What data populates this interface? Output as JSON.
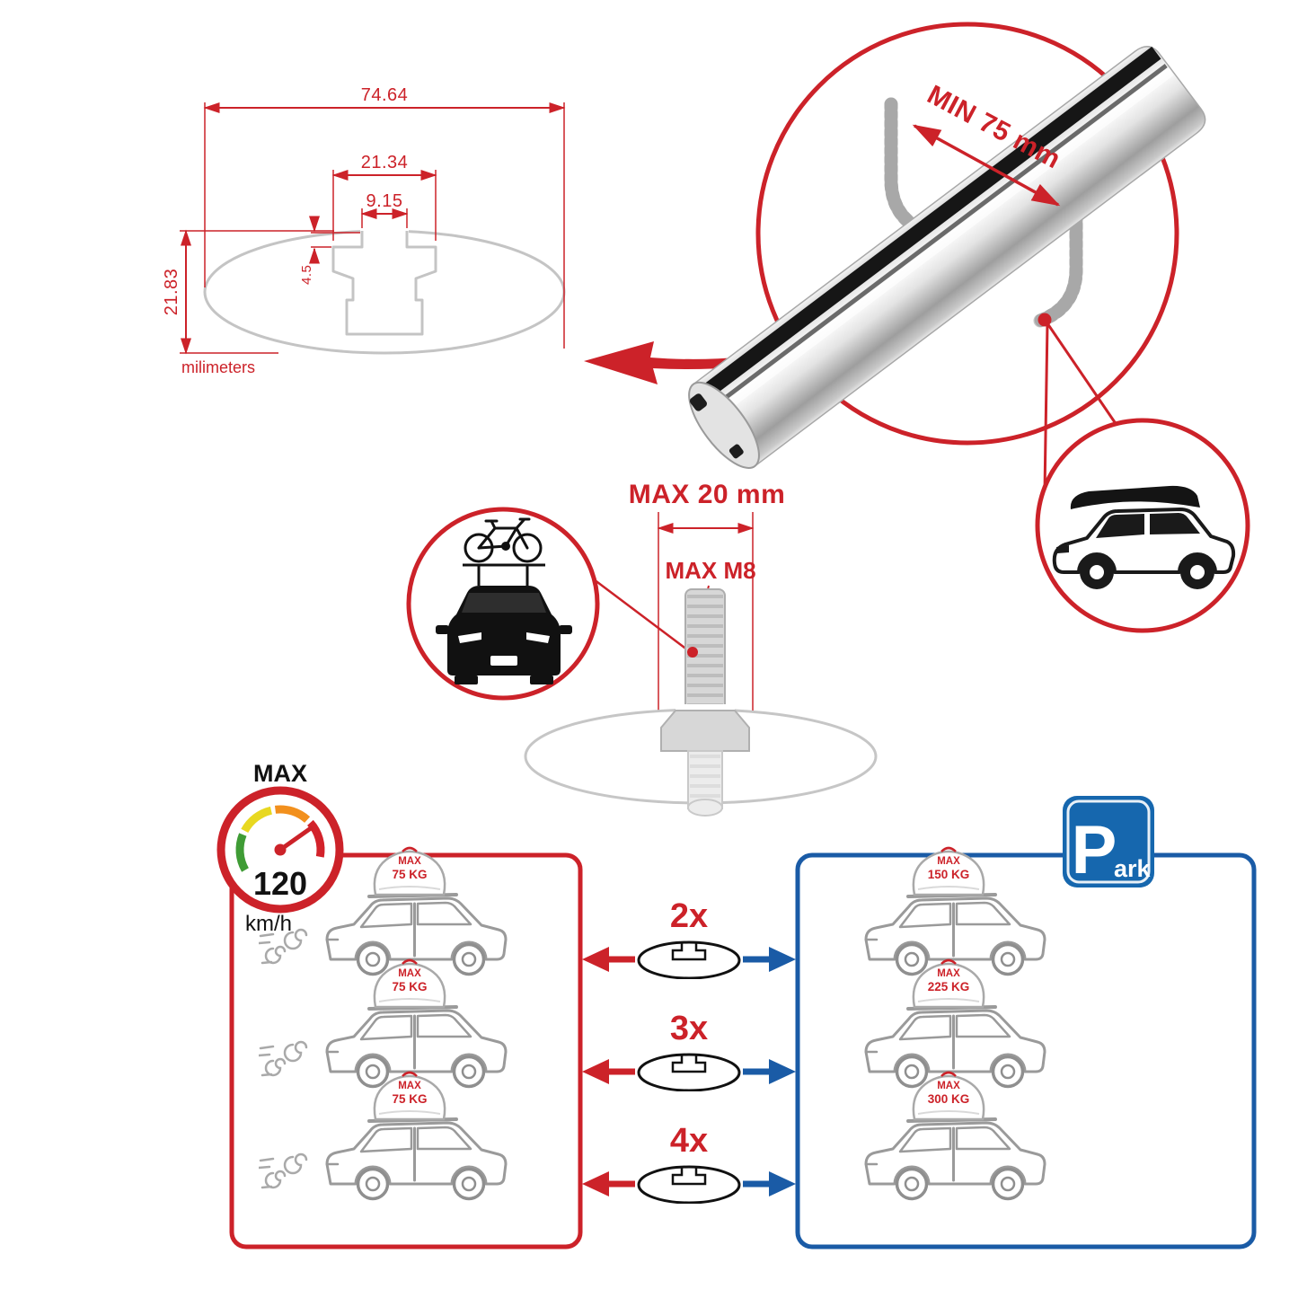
{
  "cross_section_diagram": {
    "total_width": "74.64",
    "slot_outer_width": "21.34",
    "slot_inner_width": "9.15",
    "slot_depth": "4.5",
    "total_height": "21.83",
    "units_label": "milimeters"
  },
  "clamp_detail": {
    "min_spacing_label": "MIN 75 mm"
  },
  "bolt_detail": {
    "max_length_label": "MAX 20 mm",
    "max_thread_label": "MAX M8"
  },
  "speed_gauge": {
    "title": "MAX",
    "value": "120",
    "units": "km/h"
  },
  "parking_sign": {
    "letter": "P",
    "suffix": "ark"
  },
  "load_rows": [
    {
      "multiplier": "2x",
      "driving": {
        "line1": "MAX",
        "line2": "75 KG"
      },
      "parked": {
        "line1": "MAX",
        "line2": "150 KG"
      }
    },
    {
      "multiplier": "3x",
      "driving": {
        "line1": "MAX",
        "line2": "75 KG"
      },
      "parked": {
        "line1": "MAX",
        "line2": "225 KG"
      }
    },
    {
      "multiplier": "4x",
      "driving": {
        "line1": "MAX",
        "line2": "75 KG"
      },
      "parked": {
        "line1": "MAX",
        "line2": "300 KG"
      }
    }
  ],
  "colors": {
    "accent_red": "#cc2229",
    "accent_blue": "#1a5ba6",
    "drawing_gray": "#c4c4c4",
    "metal_gray": "#d7d7d7",
    "ink_black": "#1a1a1a"
  }
}
